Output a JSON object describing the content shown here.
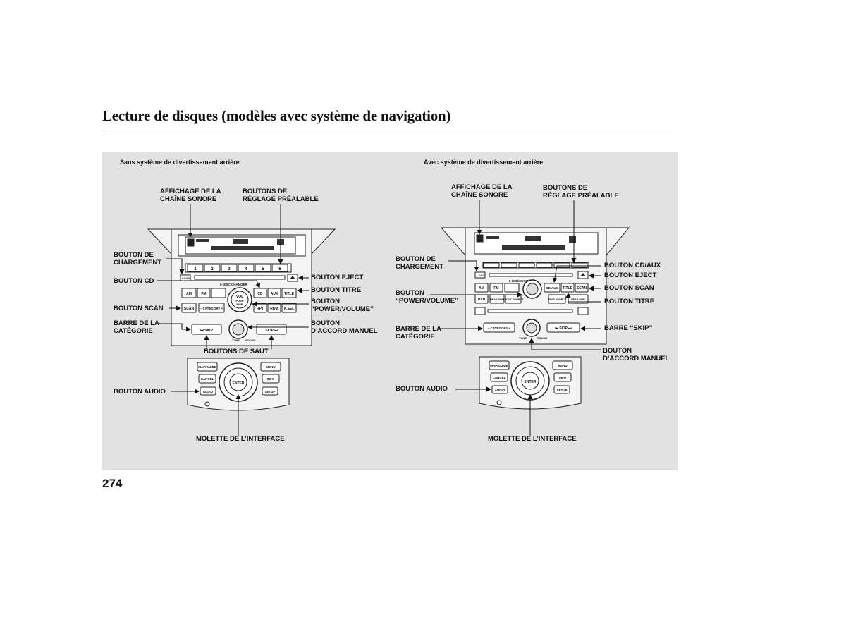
{
  "page": {
    "title": "Lecture de disques (modèles avec système de navigation)",
    "page_number": "274"
  },
  "left": {
    "subtitle": "Sans système de divertissement arrière",
    "labels": {
      "display": "AFFICHAGE DE LA\nCHAÎNE SONORE",
      "preset": "BOUTONS DE\nRÉGLAGE PRÉALABLE",
      "load": "BOUTON DE\nCHARGEMENT",
      "cd": "BOUTON CD",
      "scan": "BOUTON SCAN",
      "category": "BARRE DE LA\nCATÉGORIE",
      "eject": "BOUTON EJECT",
      "title": "BOUTON TITRE",
      "power": "BOUTON\n‘‘POWER/VOLUME’’",
      "tune": "BOUTON\nD’ACCORD MANUEL",
      "skip": "BOUTONS DE SAUT",
      "audio": "BOUTON AUDIO",
      "interface": "MOLETTE DE L’INTERFACE"
    },
    "buttons": {
      "load": "LOAD",
      "am": "AM",
      "fm": "FM",
      "cd": "CD",
      "aux": "AUX",
      "title": "TITLE",
      "scan": "SCAN",
      "category": "– CATEGORY +",
      "rpt": "RPT",
      "rdm": "RDM",
      "asel": "A.SEL",
      "skip_left": "⏮ SKIP",
      "skip_right": "SKIP ⏭",
      "changer": "6-DISC CHANGER",
      "vol": "VOL",
      "push": "PUSH",
      "pwr": "PWR",
      "tune": "TUNE",
      "sound": "SOUND"
    }
  },
  "right": {
    "subtitle": "Avec système de divertissement arrière",
    "labels": {
      "display": "AFFICHAGE DE LA\nCHAÎNE SONORE",
      "preset": "BOUTONS DE\nRÉGLAGE PRÉALABLE",
      "load": "BOUTON DE\nCHARGEMENT",
      "power": "BOUTON\n‘‘POWER/VOLUME’’",
      "category": "BARRE DE LA\nCATÉGORIE",
      "cdaux": "BOUTON CD/AUX",
      "eject": "BOUTON EJECT",
      "scan": "BOUTON SCAN",
      "title": "BOUTON TITRE",
      "skip": "BARRE ‘‘SKIP’’",
      "tune": "BOUTON\nD’ACCORD MANUEL",
      "audio": "BOUTON AUDIO",
      "interface": "MOLETTE DE L’INTERFACE"
    },
    "buttons": {
      "load": "LOAD",
      "am": "AM",
      "fm": "FM",
      "cdaux": "CD/AUX",
      "title": "TITLE",
      "scan": "SCAN",
      "dvd": "DVD",
      "category": "– CATEGORY +",
      "skip": "⏮  SKIP  ⏭",
      "changer": "6-DISC CHANGER",
      "rear_pwr": "REAR PWR",
      "front_source": "FRONT SOURCE",
      "rear_source": "REAR SOURCE",
      "rear_pwr_2": "REAR PWR",
      "tune": "TUNE",
      "sound": "SOUND"
    }
  },
  "nav": {
    "map_guide": "MAP/GUIDE",
    "menu": "MENU",
    "cancel": "CANCEL",
    "info": "INFO",
    "audio": "AUDIO",
    "setup": "SETUP",
    "enter": "ENTER"
  },
  "colors": {
    "panel": "#e2e2e2",
    "unit": "#f4f4f4",
    "stroke": "#222222"
  }
}
